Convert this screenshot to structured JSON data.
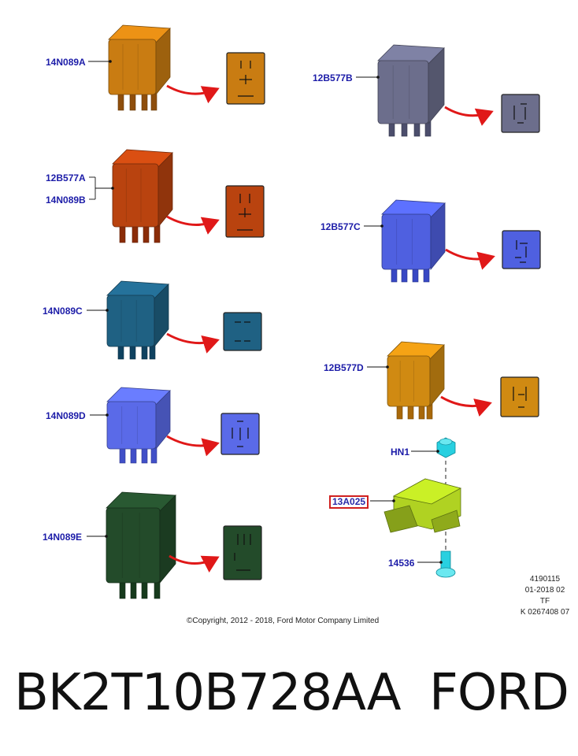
{
  "relays": [
    {
      "id": "relay-14n089a",
      "labels": [
        "14N089A"
      ],
      "color": "#c97c12",
      "pins": "#8e4e0c"
    },
    {
      "id": "relay-12b577a-14n089b",
      "labels": [
        "12B577A",
        "14N089B"
      ],
      "color": "#b9430f",
      "pins": "#8a2c08"
    },
    {
      "id": "relay-14n089c",
      "labels": [
        "14N089C"
      ],
      "color": "#1f6183",
      "pins": "#0f4260"
    },
    {
      "id": "relay-14n089d",
      "labels": [
        "14N089D"
      ],
      "color": "#5a6ae8",
      "pins": "#4150c8"
    },
    {
      "id": "relay-14n089e",
      "labels": [
        "14N089E"
      ],
      "color": "#234b2a",
      "pins": "#163a1c"
    },
    {
      "id": "relay-12b577b",
      "labels": [
        "12B577B"
      ],
      "color": "#6c6e8c",
      "pins": "#4c4e6c"
    },
    {
      "id": "relay-12b577c",
      "labels": [
        "12B577C"
      ],
      "color": "#4f60e0",
      "pins": "#3848c4"
    },
    {
      "id": "relay-12b577d",
      "labels": [
        "12B577D"
      ],
      "color": "#d08a12",
      "pins": "#a8680a"
    }
  ],
  "module": {
    "label": "13A025",
    "nut_label": "HN1",
    "bolt_label": "14536",
    "color": "#a8c820"
  },
  "ref_block": [
    "4190115",
    "01-2018 02",
    "TF",
    "K 0267408 07"
  ],
  "copyright": "©Copyright, 2012 - 2018, Ford Motor Company Limited",
  "footer": {
    "part_number": "BK2T10B728AA",
    "brand": "FORD"
  }
}
